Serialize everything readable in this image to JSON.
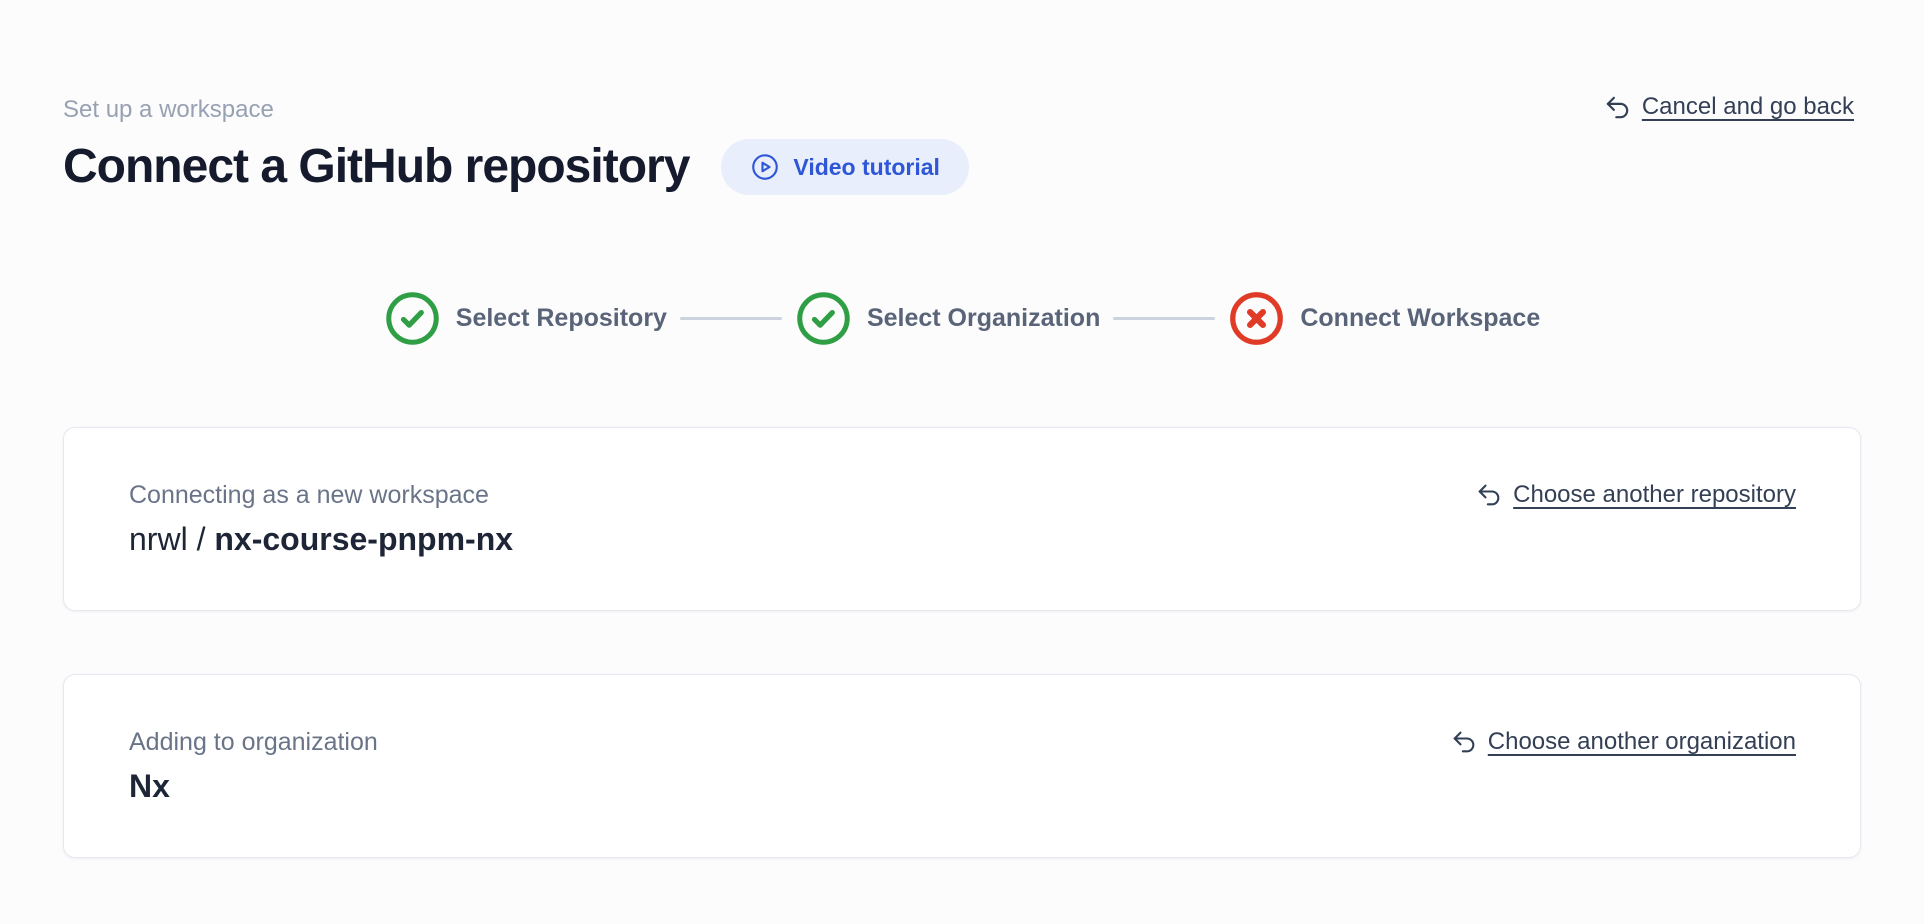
{
  "header": {
    "eyebrow": "Set up a workspace",
    "title": "Connect a GitHub repository",
    "video_button": {
      "label": "Video tutorial",
      "icon": "play-circle-icon"
    },
    "cancel_link": {
      "label": "Cancel and go back",
      "icon": "undo-arrow-icon"
    }
  },
  "stepper": {
    "steps": [
      {
        "label": "Select Repository",
        "status": "success",
        "icon": "check-circle-icon"
      },
      {
        "label": "Select Organization",
        "status": "success",
        "icon": "check-circle-icon"
      },
      {
        "label": "Connect Workspace",
        "status": "error",
        "icon": "x-circle-icon"
      }
    ]
  },
  "cards": [
    {
      "label": "Connecting as a new workspace",
      "value_prefix": "nrwl / ",
      "value_emphasis": "nx-course-pnpm-nx",
      "action": {
        "label": "Choose another repository",
        "icon": "undo-arrow-icon"
      }
    },
    {
      "label": "Adding to organization",
      "value_prefix": "",
      "value_emphasis": "Nx",
      "action": {
        "label": "Choose another organization",
        "icon": "undo-arrow-icon"
      }
    }
  ],
  "colors": {
    "accent-blue": "#2e56d6",
    "accent-blue-bg": "#e8eefb",
    "success-green": "#2f9e44",
    "error-red": "#df3b26",
    "text-dark": "#151a2d",
    "text-slate": "#5a6478",
    "text-muted": "#97a1b2",
    "link": "#333f55",
    "border": "#e6e8f0",
    "connector": "#ccd3df"
  }
}
